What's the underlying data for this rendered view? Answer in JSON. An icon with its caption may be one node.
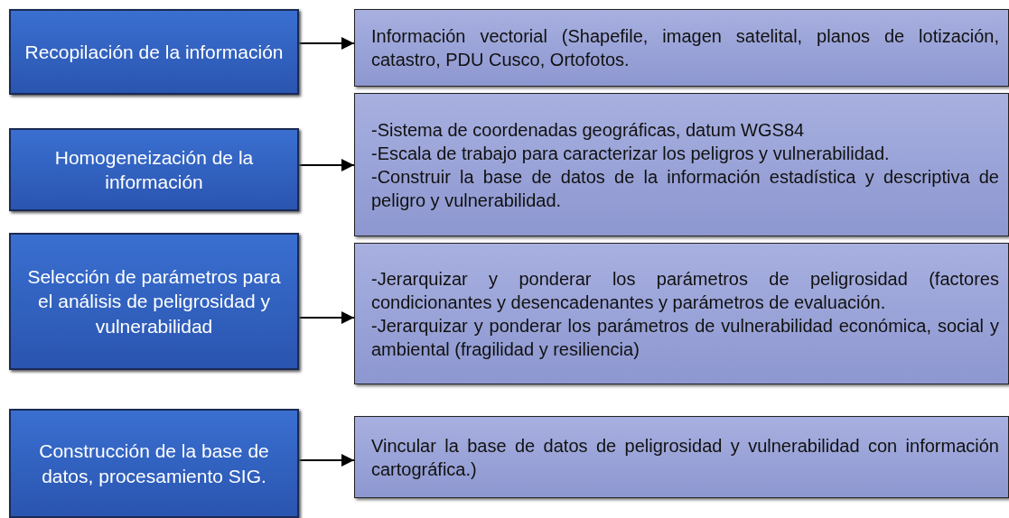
{
  "diagram": {
    "nodes": [
      {
        "text": [
          "Recopilación de la información"
        ]
      },
      {
        "text": [
          "Información vectorial (Shapefile, imagen satelital, planos de lotización, catastro, PDU Cusco, Ortofotos."
        ]
      },
      {
        "text": [
          "Homogeneización de la información"
        ]
      },
      {
        "text": [
          "-Sistema de coordenadas geográficas, datum WGS84",
          "-Escala de trabajo para caracterizar los peligros y vulnerabilidad.",
          "-Construir la base de datos de la información estadística y descriptiva de peligro y vulnerabilidad."
        ]
      },
      {
        "text": [
          "Selección de parámetros para el análisis de peligrosidad y vulnerabilidad"
        ]
      },
      {
        "text": [
          "-Jerarquizar y ponderar los parámetros de peligrosidad (factores condicionantes y desencadenantes y parámetros de evaluación.",
          "-Jerarquizar y ponderar los parámetros de vulnerabilidad económica, social y ambiental (fragilidad y resiliencia)"
        ]
      },
      {
        "text": [
          "Construcción de la base de datos, procesamiento SIG."
        ]
      },
      {
        "text": [
          "Vincular la base de datos de peligrosidad y vulnerabilidad con información cartográfica.)"
        ]
      }
    ],
    "edges": [
      {
        "from": 0,
        "to": 1,
        "arrow": "to"
      },
      {
        "from": 2,
        "to": 3,
        "arrow": "to"
      },
      {
        "from": 4,
        "to": 5,
        "arrow": "to"
      },
      {
        "from": 6,
        "to": 7,
        "arrow": "to"
      }
    ]
  }
}
